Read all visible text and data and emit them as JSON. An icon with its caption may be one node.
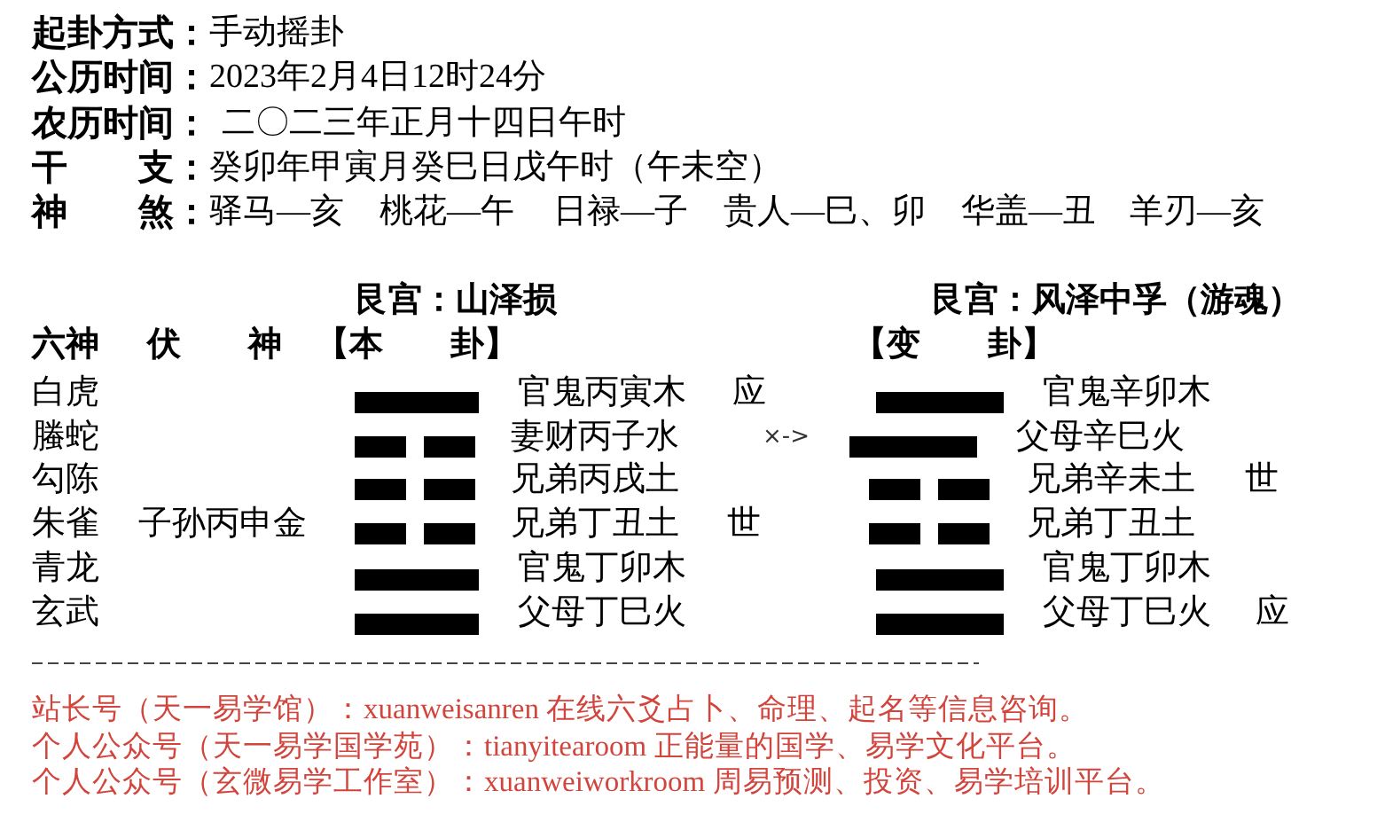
{
  "diagram": {
    "labels": [
      "起卦方式：",
      "手动摇卦",
      "公历时间：",
      "2023年2月4日12时24分",
      "农历时间：",
      "二〇二三年正月十四日午时",
      "干　　支：",
      "癸卯年甲寅月癸巳日戊午时（午未空）",
      "神　　煞：",
      "驿马—亥",
      "桃花—午",
      "日禄—子",
      "贵人—巳、卯",
      "华盖—丑",
      "羊刃—亥",
      "艮宫：山泽损",
      "艮宫：风泽中孚（游魂）",
      "六神",
      "伏　　神",
      "【本　　卦】",
      "【变　　卦】",
      "白虎",
      "官鬼丙寅木",
      "应",
      "官鬼辛卯木",
      "螣蛇",
      "妻财丙子水",
      "×->",
      "父母辛巳火",
      "勾陈",
      "兄弟丙戌土",
      "兄弟辛未土",
      "世",
      "朱雀",
      "子孙丙申金",
      "兄弟丁丑土",
      "世",
      "兄弟丁丑土",
      "青龙",
      "官鬼丁卯木",
      "官鬼丁卯木",
      "玄武",
      "父母丁巳火",
      "父母丁巳火",
      "应",
      "站长号（天一易学馆）：xuanweisanren 在线六爻占卜、命理、起名等信息咨询。",
      "个人公众号（天一易学国学苑）：tianyitearoom 正能量的国学、易学文化平台。",
      "个人公众号（玄微易学工作室）：xuanweiworkroom 周易预测、投资、易学培训平台。"
    ]
  }
}
